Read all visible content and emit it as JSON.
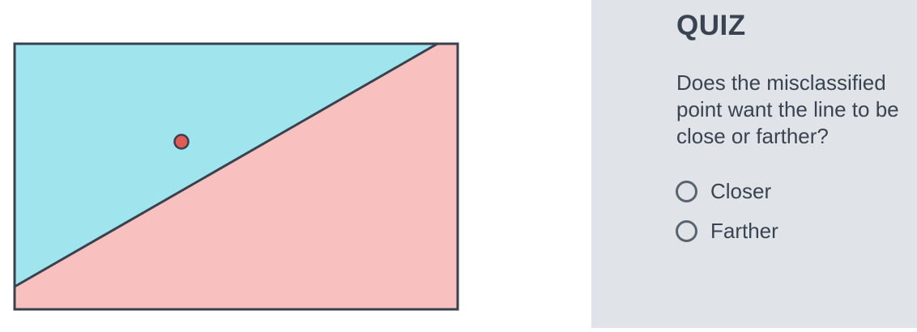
{
  "diagram": {
    "colors": {
      "upper_region": "#a0e4ed",
      "lower_region": "#f8c1bf",
      "boundary": "#38414e",
      "point": "#e05c52"
    }
  },
  "quiz": {
    "title": "QUIZ",
    "question": "Does the misclassified point want the line to be close or farther?",
    "options": [
      {
        "label": "Closer",
        "selected": false
      },
      {
        "label": "Farther",
        "selected": false
      }
    ]
  }
}
